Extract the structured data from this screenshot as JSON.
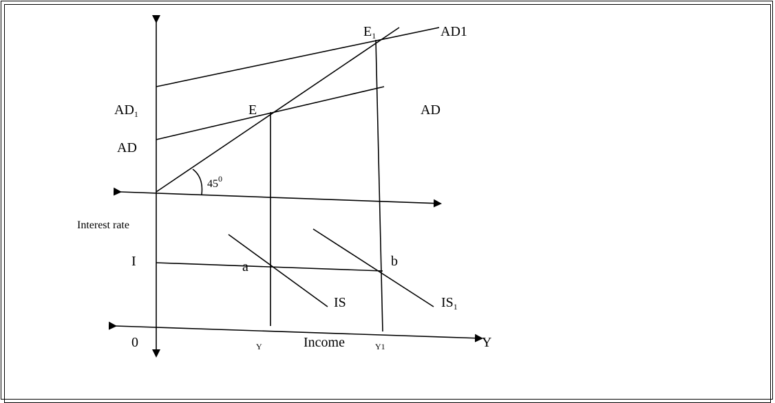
{
  "labels": {
    "e1": "E",
    "e1_sub": "1",
    "ad1_curve": "AD1",
    "ad_sub_main": "AD",
    "ad_sub_sub": "1",
    "e": "E",
    "ad_right": "AD",
    "ad_left": "AD",
    "angle_main": "45",
    "angle_sup": "0",
    "interest_rate": "Interest rate",
    "i": "I",
    "a": "a",
    "b": "b",
    "is": "IS",
    "is1_main": "IS",
    "is1_sub": "1",
    "origin": "0",
    "y_tick": "Y",
    "income": "Income",
    "y1_tick": "Y1",
    "y_axis": "Y"
  }
}
